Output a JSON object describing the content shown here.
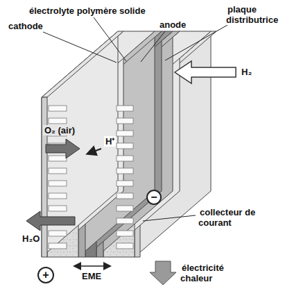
{
  "diagram": {
    "labels": [
      "électrolyte polymère solide",
      "anode",
      "plaque distributrice",
      "cathode",
      "H₂",
      "O₂ (air)",
      "H⁺",
      "−",
      "H₂O",
      "collecteur de courant",
      "EME",
      "+",
      "électricité chaleur"
    ]
  }
}
